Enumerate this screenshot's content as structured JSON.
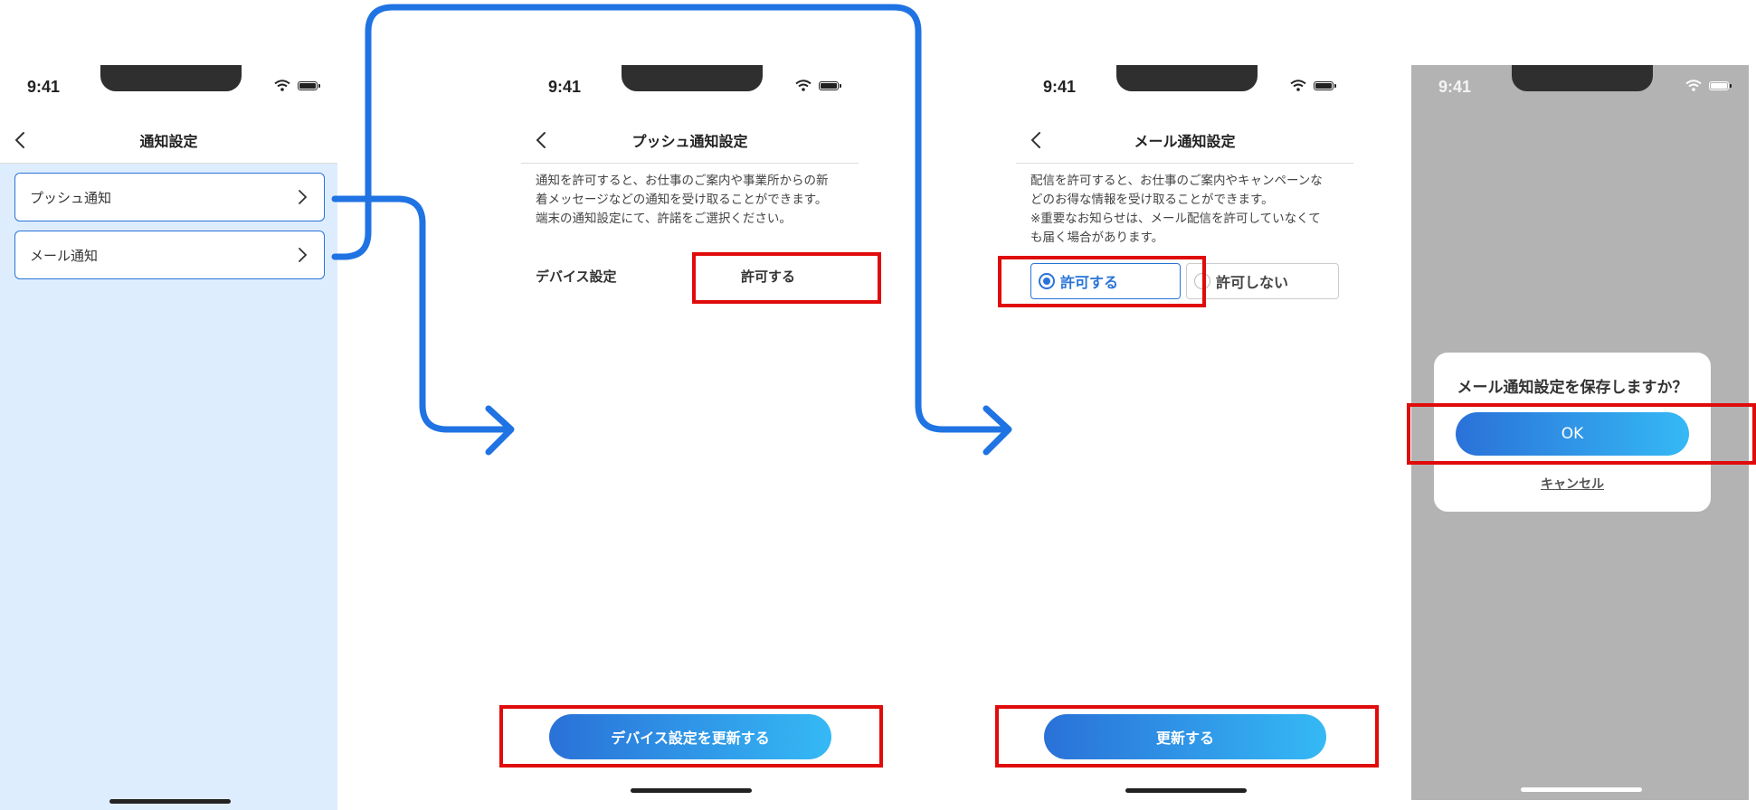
{
  "status_bar": {
    "time": "9:41"
  },
  "screen1": {
    "title": "通知設定",
    "items": [
      {
        "label": "プッシュ通知"
      },
      {
        "label": "メール通知"
      }
    ]
  },
  "screen2": {
    "title": "プッシュ通知設定",
    "description_lines": [
      "通知を許可すると、お仕事のご案内や事業所からの新",
      "着メッセージなどの通知を受け取ることができます。",
      "端末の通知設定にて、許諾をご選択ください。"
    ],
    "device_setting_label": "デバイス設定",
    "device_setting_value": "許可する",
    "update_button": "デバイス設定を更新する"
  },
  "screen3": {
    "title": "メール通知設定",
    "description_lines": [
      "配信を許可すると、お仕事のご案内やキャンペーンな",
      "どのお得な情報を受け取ることができます。",
      "※重要なお知らせは、メール配信を許可していなくて",
      "も届く場合があります。"
    ],
    "options": [
      {
        "label": "許可する",
        "selected": true
      },
      {
        "label": "許可しない",
        "selected": false
      }
    ],
    "update_button": "更新する"
  },
  "screen4": {
    "dialog_title": "メール通知設定を保存しますか？",
    "ok_button": "OK",
    "cancel_link": "キャンセル"
  },
  "colors": {
    "accent_blue": "#2a74d8",
    "gradient_start": "#2a71d8",
    "gradient_end": "#35b9f5",
    "highlight_red": "#e00b0b",
    "screen1_bg": "#deedfd",
    "overlay_gray": "#b3b3b3"
  },
  "icons": [
    "back-chevron-icon",
    "chevron-right-icon",
    "wifi-icon",
    "battery-icon",
    "flow-arrow-icon"
  ]
}
